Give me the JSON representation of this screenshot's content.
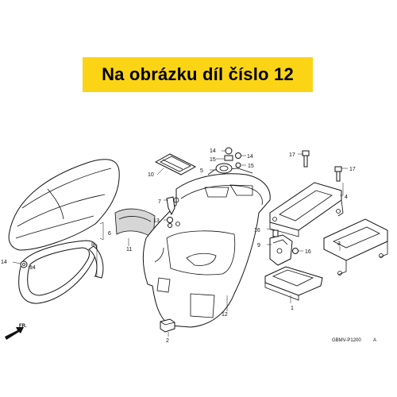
{
  "banner": {
    "text": "Na obrázku díl číslo 12",
    "color": "#fbd416"
  },
  "diagram_code": "GBMV-P1200",
  "diagram_code_suffix": "A",
  "front_marker": "FR.",
  "callouts": {
    "c1": "1",
    "c2": "2",
    "c3": "3",
    "c4": "4",
    "c5": "5",
    "c6": "6",
    "c7": "7",
    "c8": "8",
    "c9": "9",
    "c10": "10",
    "c11": "11",
    "c12": "12",
    "c13": "13",
    "c14a": "14",
    "c14b": "14",
    "c14c": "14",
    "c15a": "15",
    "c15b": "15",
    "c16a": "16",
    "c16b": "16",
    "c17a": "17",
    "c17b": "17"
  }
}
